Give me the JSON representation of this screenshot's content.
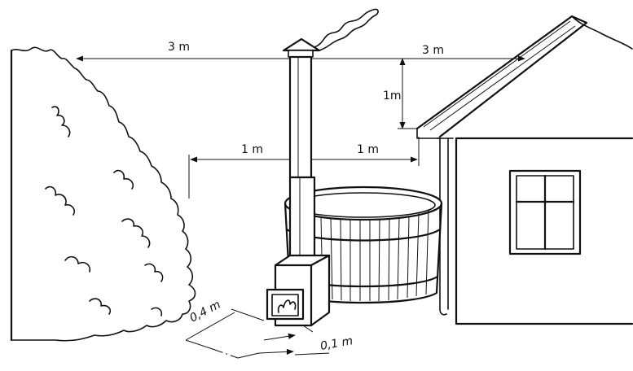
{
  "dimensions": {
    "chimney_to_bush_top": "3 m",
    "chimney_to_roof_top": "3 m",
    "chimney_above_roof": "1m",
    "chimney_to_bush_side": "1 m",
    "chimney_to_house_side": "1 m",
    "stove_front_clearance": "0,4 m",
    "stove_side_clearance": "0,1 m"
  },
  "colors": {
    "ink": "#111111",
    "background": "#ffffff"
  }
}
